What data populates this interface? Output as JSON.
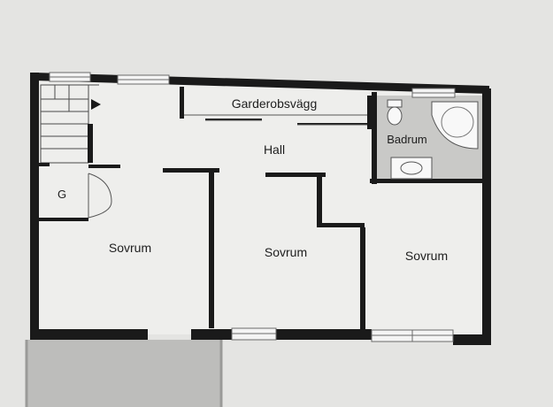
{
  "labels": {
    "wardrobe_wall": "Garderobsvägg",
    "hall": "Hall",
    "bathroom": "Badrum",
    "closet": "G",
    "bedroom_west": "Sovrum",
    "bedroom_middle": "Sovrum",
    "bedroom_east": "Sovrum"
  },
  "colors": {
    "background": "#e4e4e2",
    "floor": "#eeeeec",
    "wall": "#1a1a1a",
    "bathroom_floor": "#c9c9c7",
    "balcony": "#bdbdbb",
    "window_frame": "#f4f4f4"
  }
}
